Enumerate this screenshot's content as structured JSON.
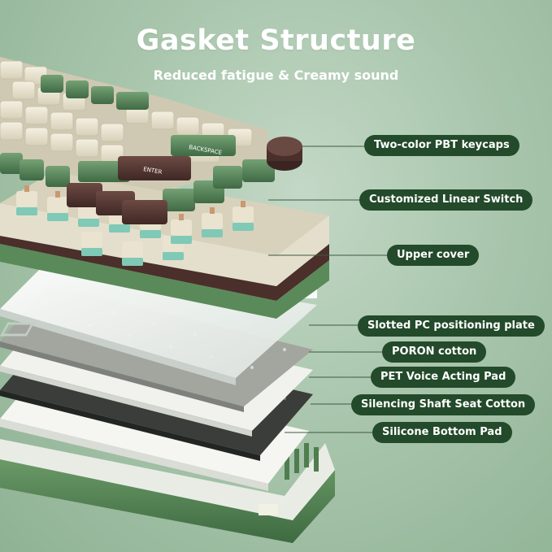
{
  "header": {
    "title": "Gasket Structure",
    "subtitle": "Reduced fatigue & Creamy sound"
  },
  "keycap_legends": {
    "backspace": "BACKSPACE",
    "enter": "ENTER"
  },
  "callouts": [
    {
      "label": "Two-color PBT keycaps"
    },
    {
      "label": "Customized Linear Switch"
    },
    {
      "label": "Upper cover"
    },
    {
      "label": "Slotted PC positioning plate"
    },
    {
      "label": "PORON cotton"
    },
    {
      "label": "PET Voice Acting Pad"
    },
    {
      "label": "Silencing Shaft Seat Cotton"
    },
    {
      "label": "Silicone Bottom Pad"
    }
  ],
  "colors": {
    "background": "#a9c6ad",
    "callout_bg": "#234a2a",
    "callout_text": "#ffffff",
    "keycap_cream": "#ece6d2",
    "keycap_green": "#5e8a5f",
    "keycap_brown": "#5a3a35",
    "switch_teal": "#7fc9b6",
    "case_green": "#4f7d4f"
  }
}
